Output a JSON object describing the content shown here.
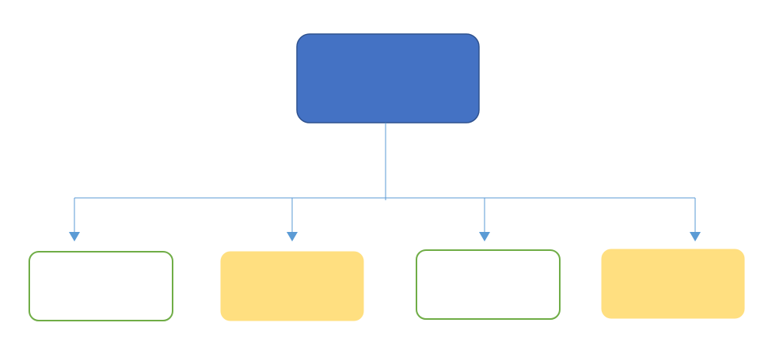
{
  "diagram": {
    "root": {
      "label": "",
      "fill": "#4472c4",
      "stroke": "#2f528f"
    },
    "connector_color": "#5b9bd5",
    "children": [
      {
        "label": "",
        "style": "outline",
        "fill": "#ffffff",
        "stroke": "#70ad47"
      },
      {
        "label": "",
        "style": "filled",
        "fill": "#ffdf80",
        "stroke": "#ffdf80"
      },
      {
        "label": "",
        "style": "outline",
        "fill": "#ffffff",
        "stroke": "#70ad47"
      },
      {
        "label": "",
        "style": "filled",
        "fill": "#ffdf80",
        "stroke": "#ffdf80"
      }
    ]
  }
}
